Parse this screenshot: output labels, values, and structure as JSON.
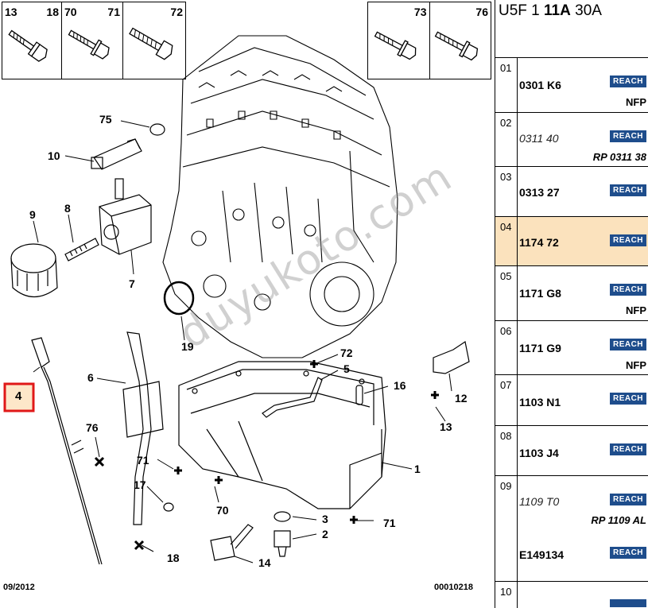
{
  "boxes_left": [
    {
      "n1": "13",
      "n2": "18"
    },
    {
      "n1": "70",
      "n2": "71"
    },
    {
      "n1": "",
      "n2": "72"
    }
  ],
  "boxes_right": [
    {
      "n1": "",
      "n2": "73"
    },
    {
      "n1": "",
      "n2": "76"
    }
  ],
  "labels": {
    "l75": "75",
    "l10": "10",
    "l9": "9",
    "l8": "8",
    "l7": "7",
    "l19": "19",
    "l4": "4",
    "l6": "6",
    "l76": "76",
    "l71a": "71",
    "l17": "17",
    "l70": "70",
    "l18": "18",
    "l14": "14",
    "l2": "2",
    "l3": "3",
    "l71b": "71",
    "l1": "1",
    "l16": "16",
    "l72": "72",
    "l5": "5",
    "l12": "12",
    "l13": "13"
  },
  "watermark": "duyukoto.com",
  "footer": {
    "date": "09/2012",
    "ref": "00010218"
  },
  "panel": {
    "title_pre": "U5F 1 ",
    "title_bold": "11A",
    "title_post": " 30A",
    "reach_label": "REACH",
    "rows": [
      {
        "num": "01",
        "code": "0301 K6",
        "sub": "NFP"
      },
      {
        "num": "02",
        "code": "0311 40",
        "sub": "RP 0311 38"
      },
      {
        "num": "03",
        "code": "0313 27"
      },
      {
        "num": "04",
        "code": "1174 72"
      },
      {
        "num": "05",
        "code": "1171 G8",
        "sub": "NFP"
      },
      {
        "num": "06",
        "code": "1171 G9",
        "sub": "NFP"
      },
      {
        "num": "07",
        "code": "1103 N1"
      },
      {
        "num": "08",
        "code": "1103 J4"
      },
      {
        "num": "09",
        "code": "1109 T0",
        "sub": "RP 1109 AL",
        "code2": "E149134"
      },
      {
        "num": "10"
      }
    ]
  }
}
